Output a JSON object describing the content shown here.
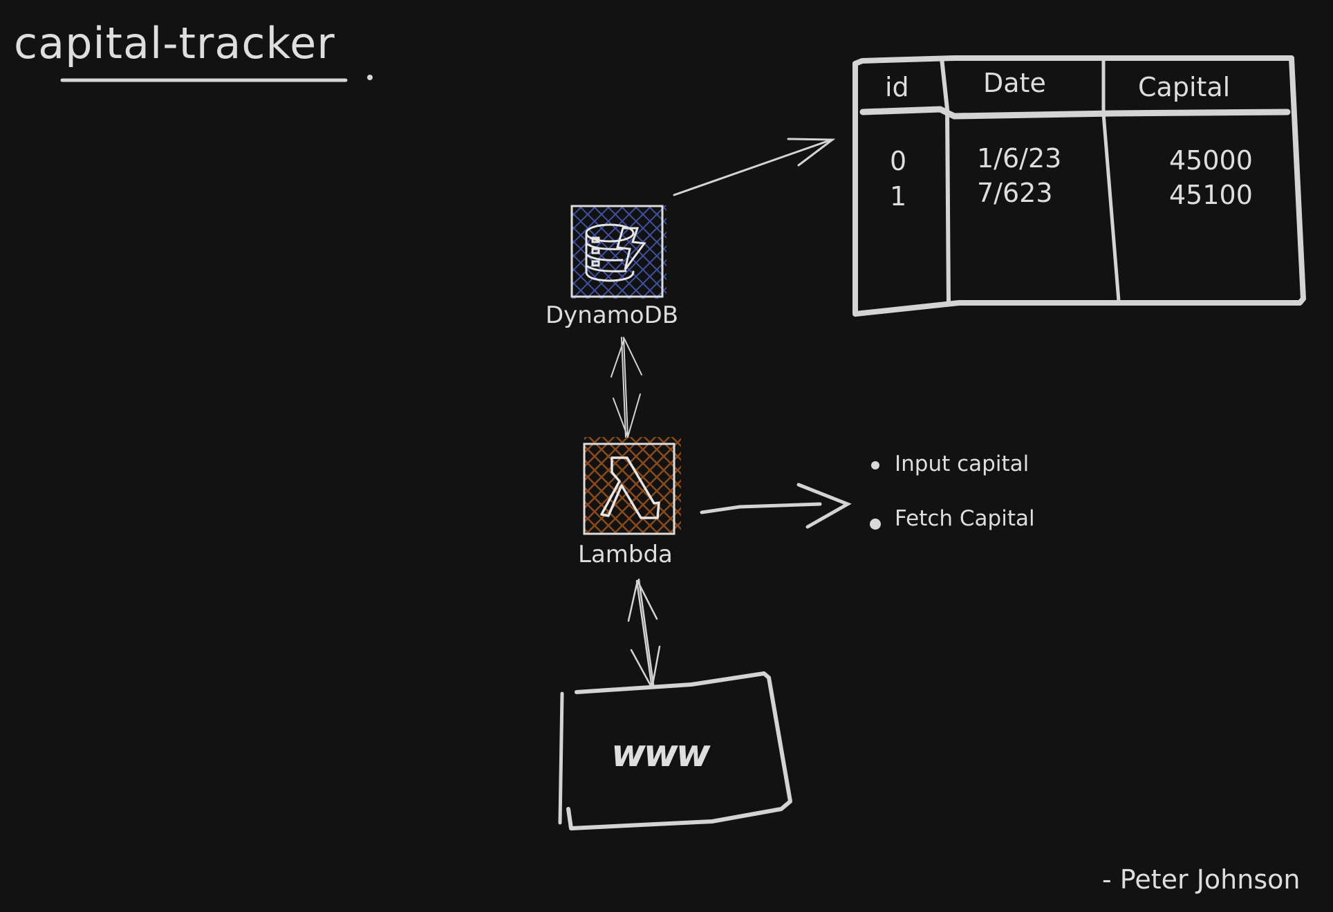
{
  "diagram": {
    "title": "capital-tracker",
    "colors": {
      "background": "#121212",
      "stroke": "#d4d4d4",
      "dynamodb_hatch": "#3f51a0",
      "lambda_hatch": "#8a4a1c"
    },
    "nodes": {
      "dynamodb": {
        "label": "DynamoDB",
        "icon": "dynamodb-database-bolt-icon"
      },
      "lambda": {
        "label": "Lambda",
        "icon": "lambda-icon"
      },
      "www": {
        "label": "www"
      }
    },
    "table": {
      "columns": [
        "id",
        "Date",
        "Capital"
      ],
      "rows": [
        {
          "id": "0",
          "date": "1/6/23",
          "capital": "45000"
        },
        {
          "id": "1",
          "date": "7/623",
          "capital": "45100"
        }
      ]
    },
    "lambda_functions": [
      "Input capital",
      "Fetch Capital"
    ],
    "edges": [
      {
        "from": "dynamodb",
        "to": "table",
        "type": "arrow"
      },
      {
        "from": "dynamodb",
        "to": "lambda",
        "type": "bidirectional"
      },
      {
        "from": "lambda",
        "to": "lambda_functions",
        "type": "arrow"
      },
      {
        "from": "lambda",
        "to": "www",
        "type": "bidirectional"
      }
    ],
    "signature": "- Peter Johnson"
  }
}
